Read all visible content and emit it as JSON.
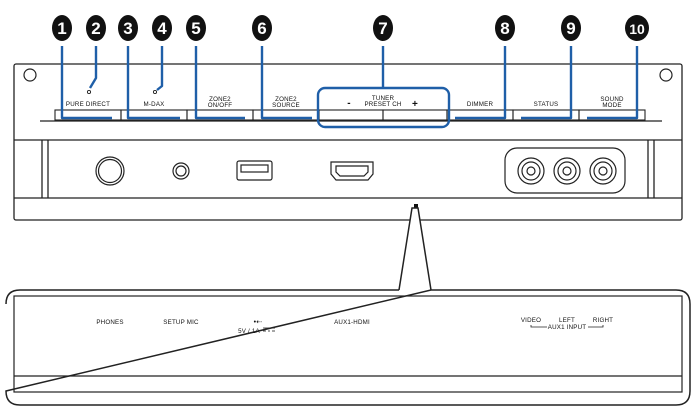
{
  "callouts": [
    {
      "number": "1"
    },
    {
      "number": "2"
    },
    {
      "number": "3"
    },
    {
      "number": "4"
    },
    {
      "number": "5"
    },
    {
      "number": "6"
    },
    {
      "number": "7"
    },
    {
      "number": "8"
    },
    {
      "number": "9"
    },
    {
      "number": "10"
    }
  ],
  "buttons": {
    "pure_direct": "PURE DIRECT",
    "m_dax": "M-DAX",
    "zone2_onoff_line1": "ZONE2",
    "zone2_onoff_line2": "ON/OFF",
    "zone2_source_line1": "ZONE2",
    "zone2_source_line2": "SOURCE",
    "tuner_line1": "TUNER",
    "tuner_line2": "PRESET CH",
    "tuner_minus": "-",
    "tuner_plus": "+",
    "dimmer": "DIMMER",
    "status": "STATUS",
    "sound_mode_line1": "SOUND",
    "sound_mode_line2": "MODE"
  },
  "detail_labels": {
    "phones": "PHONES",
    "setup_mic": "SETUP MIC",
    "usb_icon": "•⇠",
    "usb_rating": "5V / 1A",
    "aux1_hdmi": "AUX1-HDMI",
    "video": "VIDEO",
    "left": "LEFT",
    "right": "RIGHT",
    "aux1_input": "AUX1 INPUT"
  },
  "colors": {
    "callout_fill": "#111111",
    "highlight": "#1f5fa8",
    "line": "#222222",
    "panel_fill": "#ffffff"
  }
}
